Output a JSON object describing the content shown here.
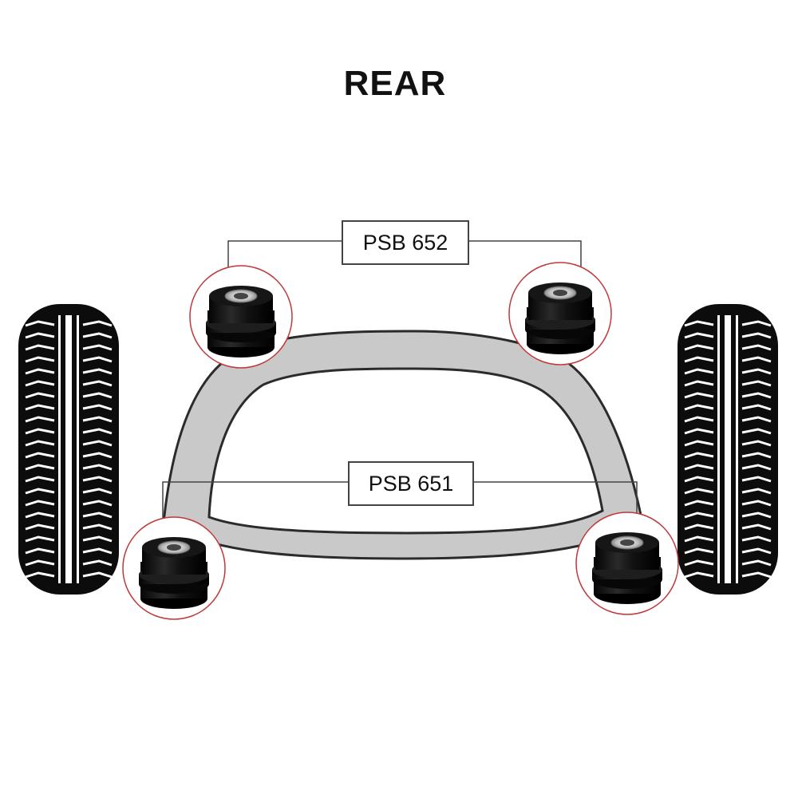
{
  "title": "REAR",
  "labels": {
    "top_part": "PSB 652",
    "bottom_part": "PSB 651"
  },
  "colors": {
    "subframe": "#c9c9c9",
    "outline": "#2b2b2b",
    "callout_circle": "#c0393b",
    "bush": "#111111",
    "tyre": "#0c0c0c"
  }
}
